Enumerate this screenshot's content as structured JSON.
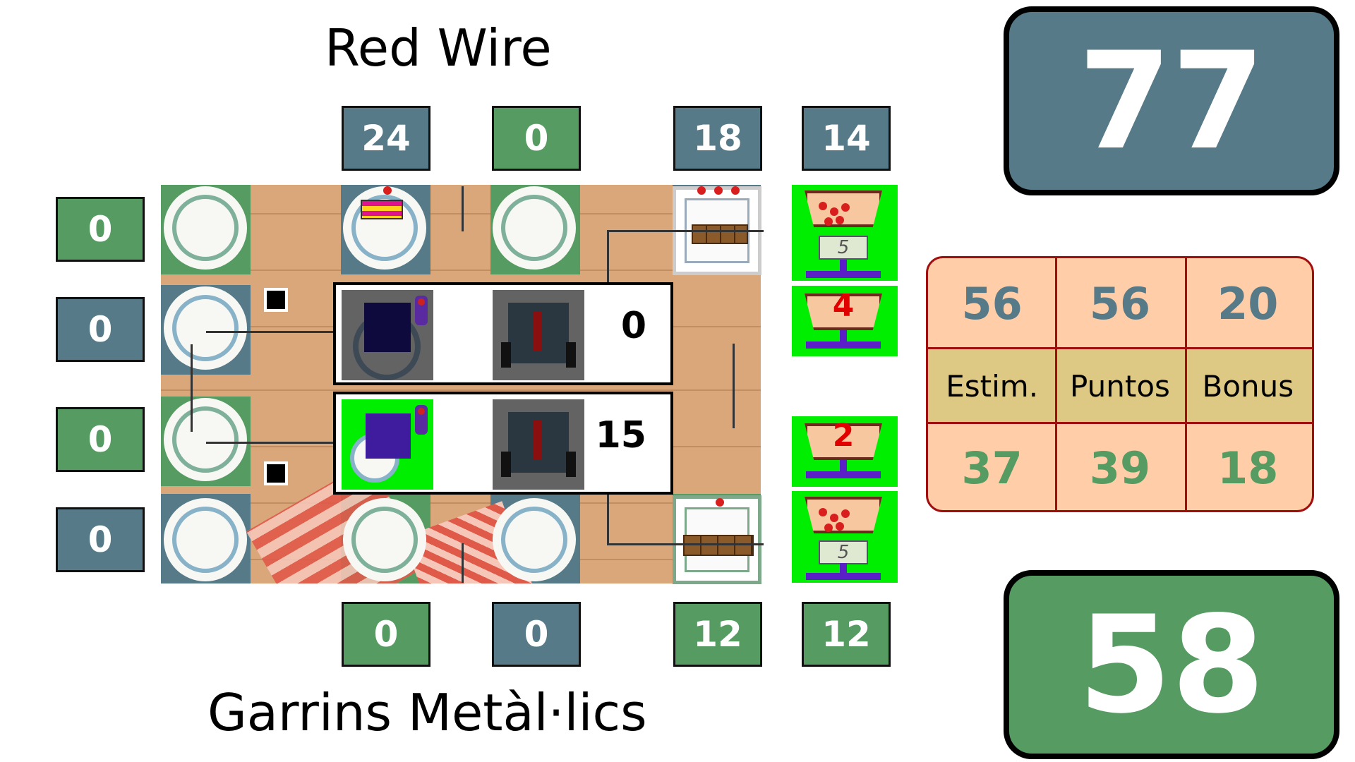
{
  "teams": {
    "top": {
      "name": "Red Wire",
      "total": "77",
      "color": "#567a87"
    },
    "bottom": {
      "name": "Garrins Metàl·lics",
      "total": "58",
      "color": "#559b62"
    }
  },
  "columns_top": [
    "24",
    "0",
    "18",
    "14"
  ],
  "columns_bottom": [
    "0",
    "0",
    "12",
    "12"
  ],
  "rows_left": [
    "0",
    "0",
    "0",
    "0"
  ],
  "robots": [
    {
      "score": "0",
      "status_light": "#cc2222"
    },
    {
      "score": "15",
      "status_light": "#cc2222"
    }
  ],
  "carts": [
    "4",
    "2"
  ],
  "scales": [
    "5",
    "5"
  ],
  "stats": {
    "top_values": [
      "56",
      "56",
      "20"
    ],
    "labels": [
      "Estim.",
      "Puntos",
      "Bonus"
    ],
    "bottom_values": [
      "37",
      "39",
      "18"
    ]
  },
  "colors": {
    "blue": "#567a87",
    "green": "#559b62",
    "field_green": "#00ee00",
    "cart_red": "#e00000"
  }
}
